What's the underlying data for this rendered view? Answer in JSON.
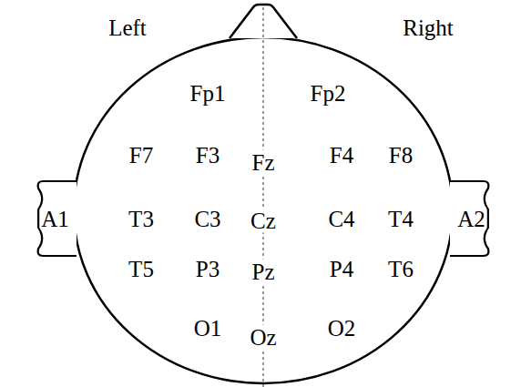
{
  "diagram": {
    "nodes": [
      {
        "text": [
          "A1"
        ]
      },
      {
        "text": [
          "A2"
        ]
      }
    ],
    "labels": [
      "Left",
      "Right",
      "Fp1",
      "Fp2",
      "F7",
      "F3",
      "Fz",
      "F4",
      "F8",
      "T3",
      "C3",
      "Cz",
      "C4",
      "T4",
      "T5",
      "P3",
      "Pz",
      "P4",
      "T6",
      "O1",
      "Oz",
      "O2"
    ]
  }
}
